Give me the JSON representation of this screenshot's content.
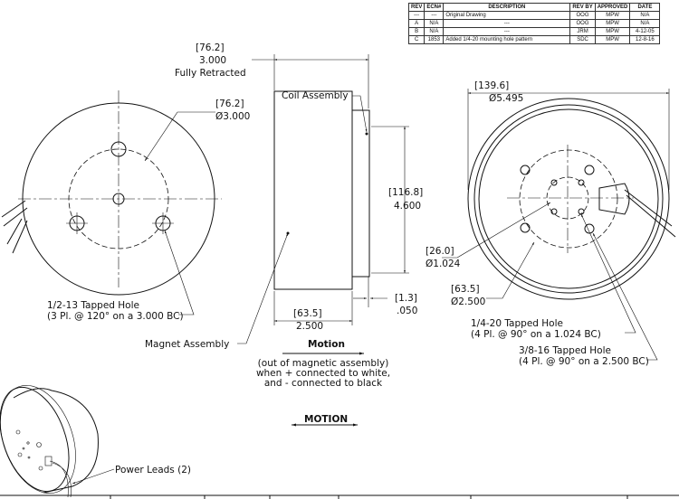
{
  "revision_table": {
    "headers": [
      "REV",
      "ECN#",
      "DESCRIPTION",
      "REV BY",
      "APPROVED",
      "DATE"
    ],
    "rows": [
      [
        "---",
        "---",
        "Original Drawing",
        "OOG",
        "MPW",
        "N/A"
      ],
      [
        "A",
        "N/A",
        "---",
        "OOG",
        "MPW",
        "N/A"
      ],
      [
        "B",
        "N/A",
        "---",
        "JRM",
        "MPW",
        "4-12-05"
      ],
      [
        "C",
        "1853",
        "Added 1/4-20 mounting hole pattern",
        "SDC",
        "MPW",
        "12-8-16"
      ]
    ]
  },
  "left_view": {
    "dia_mm": "[76.2]",
    "dia_in": "Ø3.000",
    "hole_label": "1/2-13 Tapped Hole",
    "hole_note": "(3 Pl. @ 120° on a 3.000 BC)"
  },
  "side_view": {
    "stroke_mm": "[76.2]",
    "stroke_in": "3.000",
    "stroke_note": "Fully Retracted",
    "coil_label": "Coil Assembly",
    "magnet_label": "Magnet Assembly",
    "height_mm": "[116.8]",
    "height_in": "4.600",
    "width_mm": "[63.5]",
    "width_in": "2.500",
    "gap_mm": "[1.3]",
    "gap_in": ".050",
    "motion_label": "Motion",
    "motion_note": [
      "(out of magnetic assembly)",
      "when + connected to white,",
      "and - connected to black"
    ]
  },
  "right_view": {
    "od_mm": "[139.6]",
    "od_in": "Ø5.495",
    "bc1_mm": "[26.0]",
    "bc1_in": "Ø1.024",
    "bc2_mm": "[63.5]",
    "bc2_in": "Ø2.500",
    "hole1_label": "1/4-20 Tapped Hole",
    "hole1_note": "(4 Pl. @ 90° on a 1.024 BC)",
    "hole2_label": "3/8-16 Tapped Hole",
    "hole2_note": "(4 Pl. @ 90° on a 2.500 BC)"
  },
  "iso_view": {
    "leads_label": "Power Leads (2)",
    "motion_label": "MOTION"
  }
}
